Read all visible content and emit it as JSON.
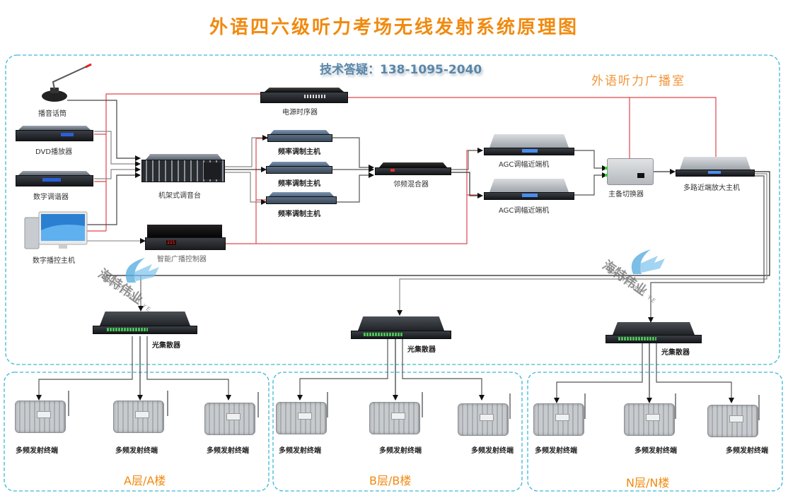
{
  "title": "外语四六级听力考场无线发射系统原理图",
  "hotline": "技术答疑：138-1095-2040",
  "room_label": "外语听力广播室",
  "watermark": {
    "cn": "海特伟业",
    "en": "HAI TE WEI YE"
  },
  "colors": {
    "title": "#f08a10",
    "zone_border": "#3ab8d8",
    "power_wire": "#e0474c",
    "signal_wire": "#555555",
    "logo_blue": "#5aaee0"
  },
  "devices": {
    "mic": "播音话筒",
    "dvd": "DVD播放器",
    "tuner": "数字调谐器",
    "pc": "数字播控主机",
    "mixer": "机架式调音台",
    "controller": "智能广播控制器",
    "sequencer": "电源时序器",
    "fm_mod": [
      "频率调制主机",
      "频率调制主机",
      "频率调制主机"
    ],
    "combiner": "邻频混合器",
    "agc": [
      "AGC调幅近端机",
      "AGC调幅近端机"
    ],
    "switcher": "主备切换器",
    "amplifier": "多路近端放大主机",
    "splitter": "光集散器"
  },
  "zones": [
    {
      "label": "A层/A楼",
      "terminals": [
        "多频发射终端",
        "多频发射终端",
        "多频发射终端"
      ]
    },
    {
      "label": "B层/B楼",
      "terminals": [
        "多频发射终端",
        "多频发射终端",
        "多频发射终端"
      ]
    },
    {
      "label": "N层/N楼",
      "terminals": [
        "多频发射终端",
        "多频发射终端",
        "多频发射终端"
      ]
    }
  ]
}
